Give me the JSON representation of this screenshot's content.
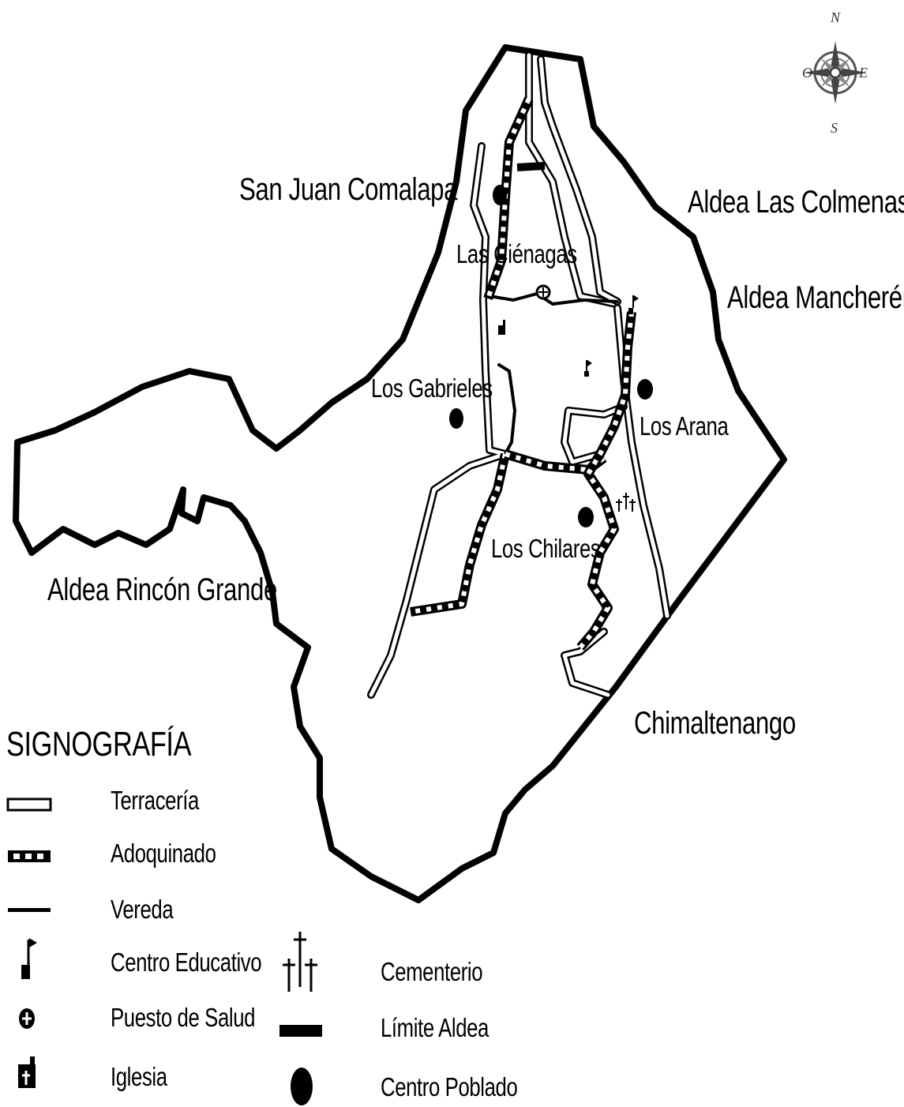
{
  "regions": {
    "san_juan": "San Juan Comalapa",
    "colmenas": "Aldea Las Colmenas",
    "mancheren": "Aldea Mancherén",
    "rincon": "Aldea Rincón Grande",
    "chimaltenango": "Chimaltenango"
  },
  "places": {
    "cienagas": "Las Ciénagas",
    "gabrieles": "Los Gabrieles",
    "arana": "Los Arana",
    "chilares": "Los Chilares"
  },
  "compass": {
    "n": "N",
    "o": "O",
    "e": "E",
    "s": "S"
  },
  "legend": {
    "title": "SIGNOGRAFÍA",
    "items": [
      {
        "icon": "terraceria-icon",
        "label": "Terracería"
      },
      {
        "icon": "adoquinado-icon",
        "label": "Adoquinado"
      },
      {
        "icon": "vereda-icon",
        "label": "Vereda"
      },
      {
        "icon": "centro-educativo-icon",
        "label": "Centro Educativo"
      },
      {
        "icon": "puesto-salud-icon",
        "label": "Puesto de Salud"
      },
      {
        "icon": "iglesia-icon",
        "label": "Iglesia"
      },
      {
        "icon": "cementerio-icon",
        "label": "Cementerio"
      },
      {
        "icon": "limite-aldea-icon",
        "label": "Límite Aldea"
      },
      {
        "icon": "centro-poblado-icon",
        "label": "Centro Poblado"
      }
    ]
  }
}
